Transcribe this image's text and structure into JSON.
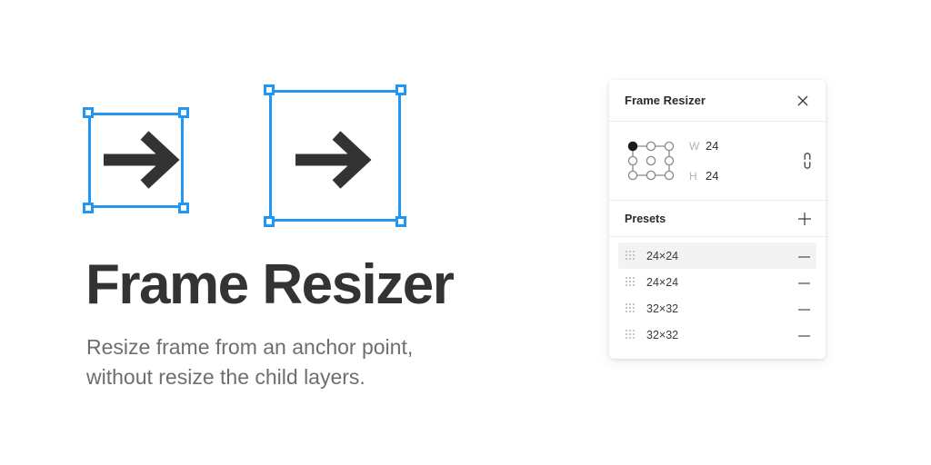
{
  "hero": {
    "title": "Frame Resizer",
    "subtitle": "Resize frame from an anchor point,\nwithout resize the child layers.",
    "illustration": {
      "small_frame_name": "small-selected-frame",
      "large_frame_name": "large-selected-frame",
      "arrow_glyph": "arrow-right",
      "selection_color": "#2196F3",
      "arrow_color": "#333333"
    }
  },
  "panel": {
    "title": "Frame Resizer",
    "close_icon": "close-icon",
    "size": {
      "anchor_icon": "anchor-point-grid",
      "anchor_selected": "top-left",
      "width_label": "W",
      "width_value": "24",
      "height_label": "H",
      "height_value": "24",
      "link_icon": "broken-link-icon"
    },
    "presets": {
      "title": "Presets",
      "add_icon": "plus-icon",
      "items": [
        {
          "label": "24×24",
          "selected": true,
          "drag_icon": "drag-dots-icon",
          "remove_icon": "minus-icon"
        },
        {
          "label": "24×24",
          "selected": false,
          "drag_icon": "drag-dots-icon",
          "remove_icon": "minus-icon"
        },
        {
          "label": "32×32",
          "selected": false,
          "drag_icon": "drag-dots-icon",
          "remove_icon": "minus-icon"
        },
        {
          "label": "32×32",
          "selected": false,
          "drag_icon": "drag-dots-icon",
          "remove_icon": "minus-icon"
        }
      ]
    }
  },
  "colors": {
    "background": "#ffffff",
    "accent_blue": "#2196F3",
    "text_dark": "#333333",
    "text_muted": "#6e6e6e",
    "row_selected": "#f3f3f3"
  }
}
